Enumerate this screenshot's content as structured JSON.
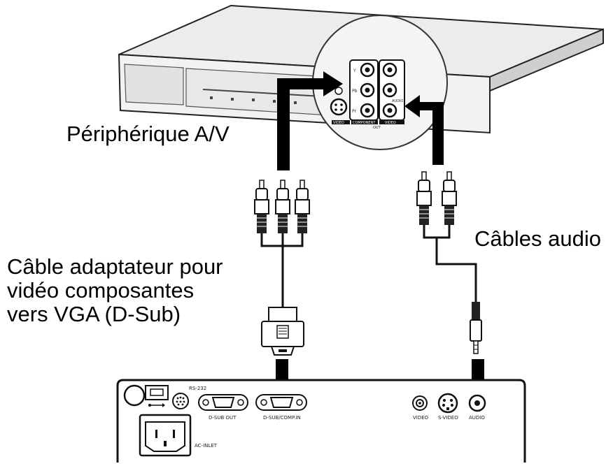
{
  "labels": {
    "av_device": "Périphérique A/V",
    "audio_cables": "Câbles audio",
    "adapter_line1": "Câble adaptateur pour",
    "adapter_line2": "vidéo composantes",
    "adapter_line3": "vers VGA (D-Sub)"
  },
  "av_panel": {
    "component_rows": [
      "Y",
      "Pb",
      "Pr"
    ],
    "audio_label": "AUDIO",
    "video_label": "VIDEO",
    "component_label": "COMPONENT",
    "out_label": "OUT",
    "svideo_label": "VIDEO"
  },
  "projector_panel": {
    "rs232": "RS-232",
    "dsub_out": "D-SUB OUT",
    "dsub_comp_in": "D-SUB/COMP.IN",
    "ac_inlet": "AC-INLET",
    "video": "VIDEO",
    "s_video": "S-VIDEO",
    "audio": "AUDIO",
    "usb_icon": "usb-icon"
  },
  "colors": {
    "ink": "#000000",
    "panel": "#ffffff",
    "device_shade": "#e6e6e6"
  }
}
